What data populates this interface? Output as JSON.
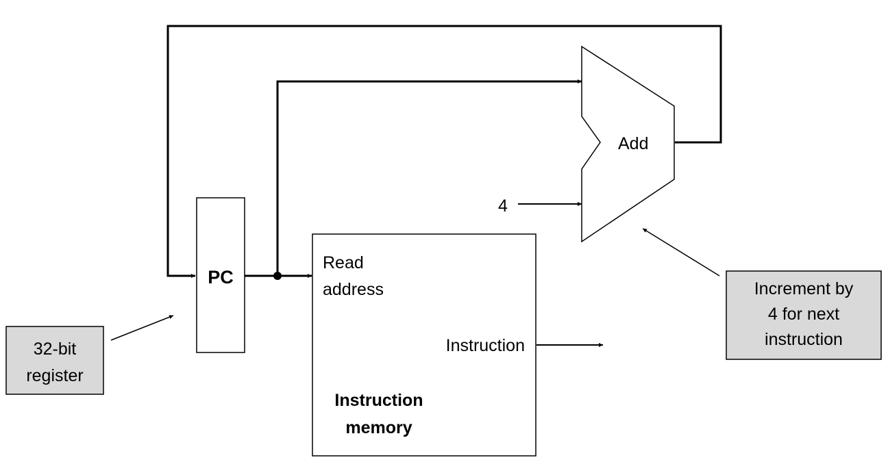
{
  "pc": {
    "label": "PC"
  },
  "adder": {
    "label": "Add",
    "constant_input": "4"
  },
  "memory": {
    "port_line1": "Read",
    "port_line2": "address",
    "output_label": "Instruction",
    "title_line1": "Instruction",
    "title_line2": "memory"
  },
  "callouts": {
    "register": {
      "line1": "32-bit",
      "line2": "register"
    },
    "increment": {
      "line1": "Increment by",
      "line2": "4 for next",
      "line3": "instruction"
    }
  },
  "colors": {
    "stroke": "#000000",
    "callout_fill": "#d9d9d9"
  }
}
